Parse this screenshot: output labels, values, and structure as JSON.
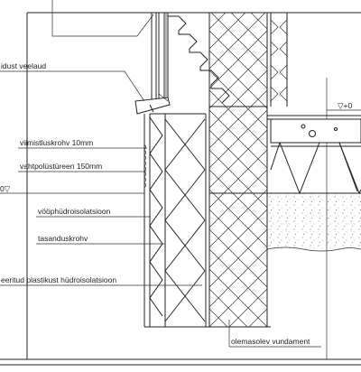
{
  "labels": {
    "top_left": "idust veelaud",
    "finish_plaster": "viimistluskrohv 10mm",
    "foam_polystyrene": "vahtpolüstüreen 150mm",
    "plinth_waterproofing": "vööphüdroisolatsioon",
    "leveling_plaster": "tasanduskrohv",
    "plastic_waterproofing": "eeritud plastikust hüdroisolatsioon",
    "existing_foundation": "olemasolev vundament",
    "level_marker_right": "▽+0",
    "level_marker_left": "0▽"
  }
}
